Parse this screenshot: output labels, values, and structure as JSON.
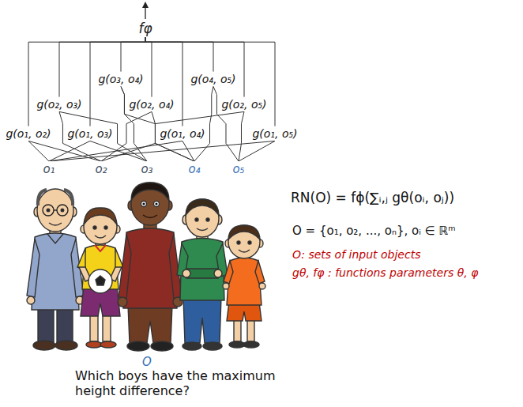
{
  "diagram": {
    "nodes": [
      {
        "text": [
          "fφ"
        ]
      },
      {
        "text": [
          "g(o₃, o₄)"
        ]
      },
      {
        "text": [
          "g(o₄, o₅)"
        ]
      },
      {
        "text": [
          "g(o₂, o₃)"
        ]
      },
      {
        "text": [
          "g(o₂, o₄)"
        ]
      },
      {
        "text": [
          "g(o₂, o₅)"
        ]
      },
      {
        "text": [
          "g(o₁, o₂)"
        ]
      },
      {
        "text": [
          "g(o₁, o₃)"
        ]
      },
      {
        "text": [
          "g(o₁, o₄)"
        ]
      },
      {
        "text": [
          "g(o₁, o₅)"
        ]
      },
      {
        "text": [
          "o₁"
        ]
      },
      {
        "text": [
          "o₂"
        ]
      },
      {
        "text": [
          "o₃"
        ]
      },
      {
        "text": [
          "o₄"
        ]
      },
      {
        "text": [
          "o₅"
        ]
      }
    ],
    "edges": [
      {
        "from": 12,
        "to": 1,
        "arrow": "none"
      },
      {
        "from": 13,
        "to": 1,
        "arrow": "none"
      },
      {
        "from": 13,
        "to": 2,
        "arrow": "none"
      },
      {
        "from": 14,
        "to": 2,
        "arrow": "none"
      },
      {
        "from": 11,
        "to": 3,
        "arrow": "none"
      },
      {
        "from": 12,
        "to": 3,
        "arrow": "none"
      },
      {
        "from": 11,
        "to": 4,
        "arrow": "none"
      },
      {
        "from": 13,
        "to": 4,
        "arrow": "none"
      },
      {
        "from": 11,
        "to": 5,
        "arrow": "none"
      },
      {
        "from": 14,
        "to": 5,
        "arrow": "none"
      },
      {
        "from": 10,
        "to": 6,
        "arrow": "none"
      },
      {
        "from": 11,
        "to": 6,
        "arrow": "none"
      },
      {
        "from": 10,
        "to": 7,
        "arrow": "none"
      },
      {
        "from": 12,
        "to": 7,
        "arrow": "none"
      },
      {
        "from": 10,
        "to": 8,
        "arrow": "none"
      },
      {
        "from": 13,
        "to": 8,
        "arrow": "none"
      },
      {
        "from": 10,
        "to": 9,
        "arrow": "none"
      },
      {
        "from": 14,
        "to": 9,
        "arrow": "none"
      },
      {
        "from": 1,
        "to": 0,
        "arrow": "none"
      },
      {
        "from": 2,
        "to": 0,
        "arrow": "none"
      },
      {
        "from": 3,
        "to": 0,
        "arrow": "none"
      },
      {
        "from": 4,
        "to": 0,
        "arrow": "none"
      },
      {
        "from": 5,
        "to": 0,
        "arrow": "none"
      },
      {
        "from": 6,
        "to": 0,
        "arrow": "none"
      },
      {
        "from": 7,
        "to": 0,
        "arrow": "none"
      },
      {
        "from": 8,
        "to": 0,
        "arrow": "none"
      },
      {
        "from": 9,
        "to": 0,
        "arrow": "none"
      }
    ],
    "labels": [
      "RN(O) = fϕ(∑ᵢ,ⱼ gθ(oᵢ, oⱼ))",
      "O = {o₁, o₂, ..., oₙ}, oᵢ ∈ ℝᵐ",
      "O: sets of input objects",
      "gθ, fφ : functions parameters θ, φ",
      "O",
      "Which boys have the maximum height difference?"
    ]
  }
}
